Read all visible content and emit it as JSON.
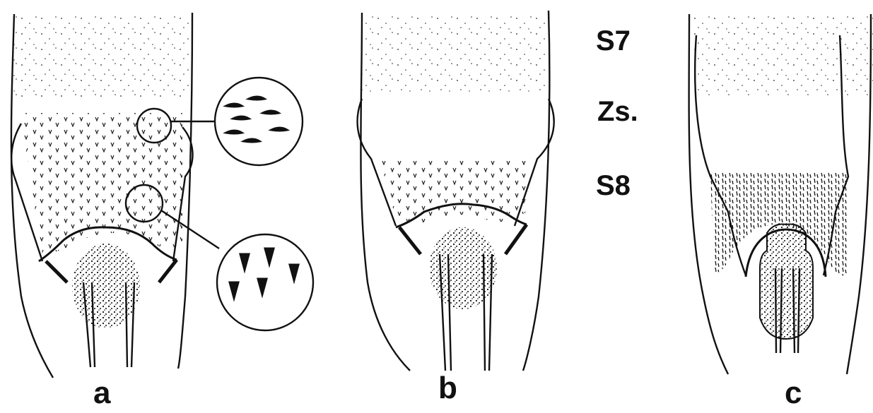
{
  "panels": {
    "a": {
      "label": "a"
    },
    "b": {
      "label": "b"
    },
    "c": {
      "label": "c"
    }
  },
  "segments": {
    "s7": "S7",
    "zs": "Zs.",
    "s8": "S8"
  }
}
